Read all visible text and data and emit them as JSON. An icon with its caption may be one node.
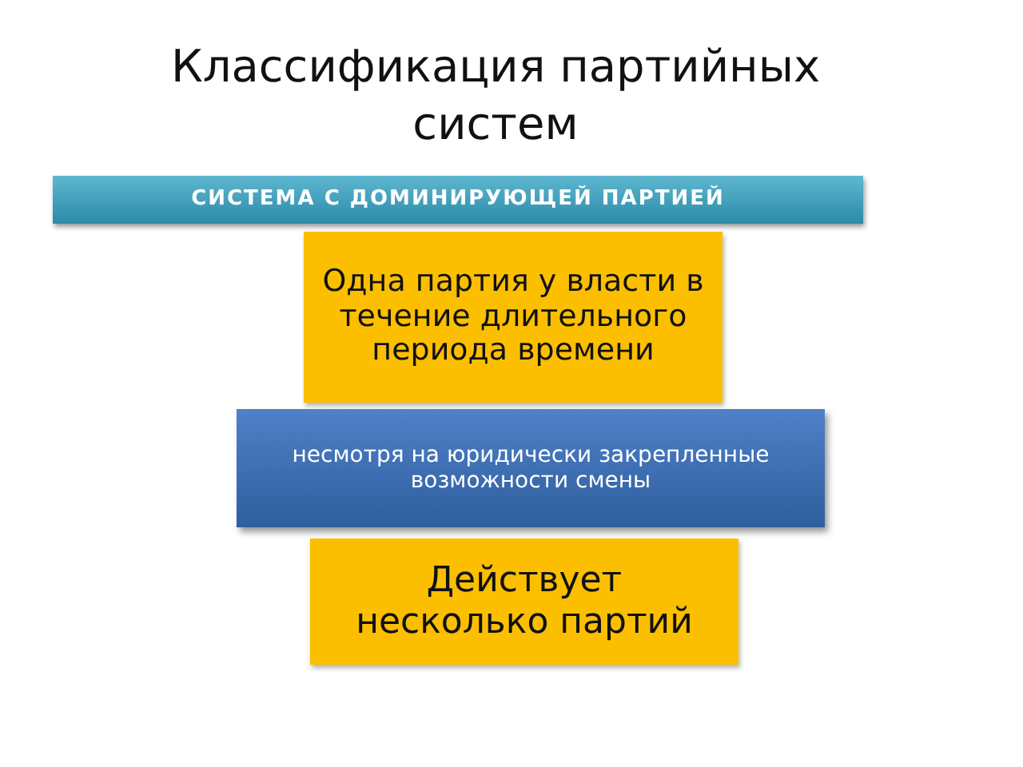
{
  "diagram": {
    "title": "Классификация партийных систем",
    "nodes": [
      {
        "text": [
          "СИСТЕМА С ДОМИНИРУЮЩЕЙ ПАРТИЕЙ"
        ]
      },
      {
        "text": [
          "Одна партия у власти в течение длительного периода времени"
        ]
      },
      {
        "text": [
          "несмотря на юридически закрепленные возможности смены"
        ]
      },
      {
        "text": [
          "Действует несколько партий"
        ]
      }
    ]
  }
}
